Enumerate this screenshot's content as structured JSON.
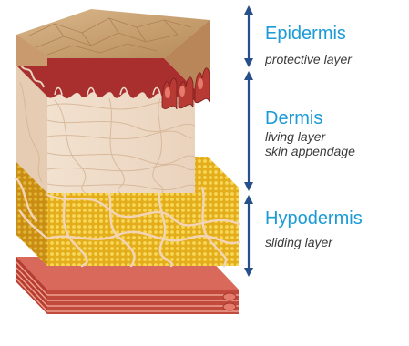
{
  "colors": {
    "label_accent": "#1a9ad6",
    "arrow": "#27508a",
    "epidermis_top": "#c8a478",
    "epidermis_red": "#a92e2e",
    "dermis": "#f1dfcd",
    "hypodermis_fat": "#e8b826",
    "muscle": "#c14a3c"
  },
  "layers": {
    "epidermis": {
      "name": "Epidermis",
      "descriptions": [
        "protective layer"
      ]
    },
    "dermis": {
      "name": "Dermis",
      "descriptions": [
        "living layer",
        "skin appendage"
      ]
    },
    "hypodermis": {
      "name": "Hypodermis",
      "descriptions": [
        "sliding layer"
      ]
    }
  }
}
